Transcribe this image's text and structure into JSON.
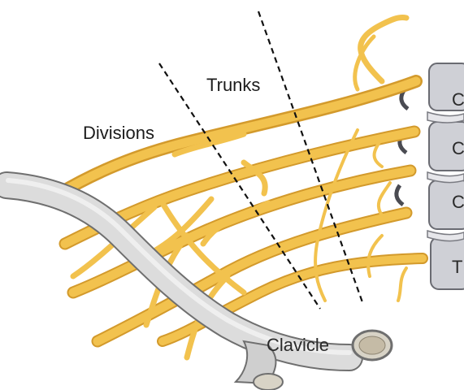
{
  "labels": {
    "trunks": "Trunks",
    "divisions": "Divisions",
    "clavicle": "Clavicle"
  },
  "vertebra_labels": [
    "C",
    "C",
    "C",
    "T"
  ],
  "colors": {
    "nerve": "#f2c24e",
    "nerve_shadow": "#d39a2c",
    "bone": "#dcdcdc",
    "bone_edge": "#6f6f6f",
    "vertebra": "#cfd0d6",
    "dashed_line": "#111111"
  }
}
